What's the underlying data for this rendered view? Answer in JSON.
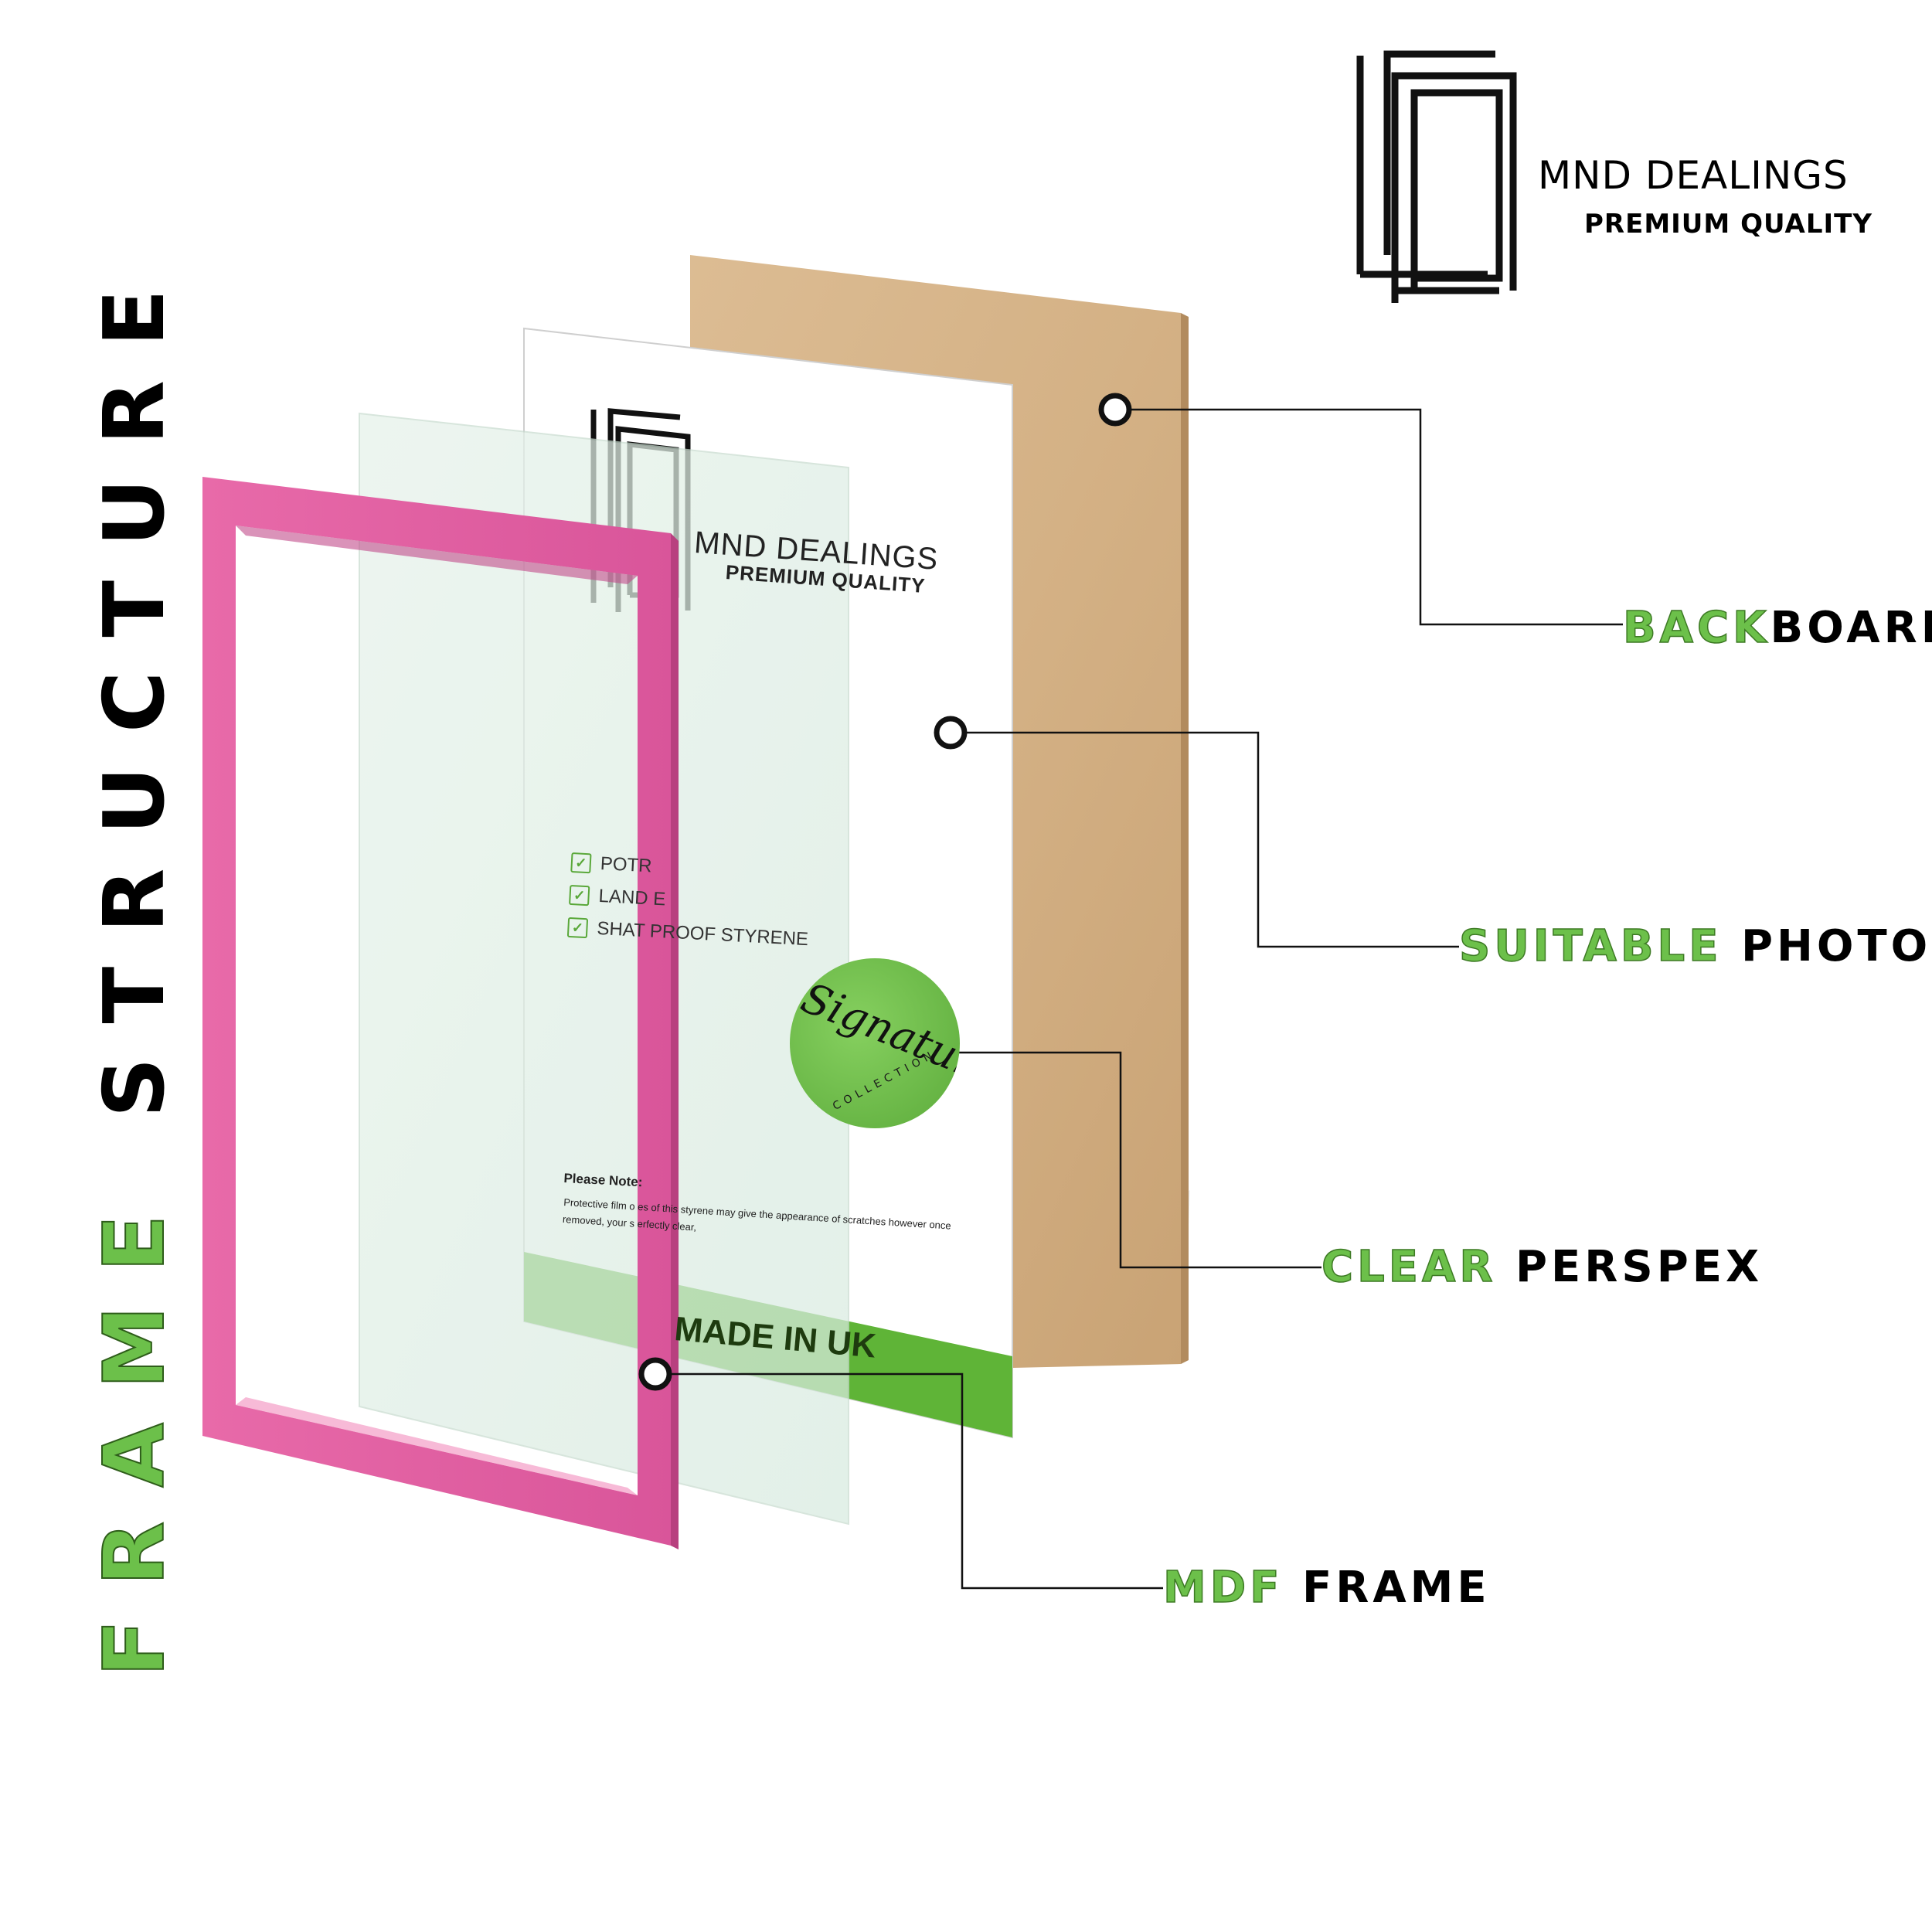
{
  "title": {
    "green": "FRAME",
    "black": "STRUCTURE"
  },
  "brand": {
    "name": "MND DEALINGS",
    "tagline": "PREMIUM QUALITY"
  },
  "sheet": {
    "brand_name": "MND DEALINGS",
    "brand_tagline": "PREMIUM QUALITY",
    "checklist": [
      "POTR",
      "LAND   E",
      "SHAT   PROOF STYRENE"
    ],
    "note_title": "Please Note:",
    "note_body_lines": [
      "Protective film o          es of this styrene may give the appearance of scratches however once",
      "removed, your s          erfectly clear,"
    ],
    "footer": "MADE IN UK",
    "badge_script": "Signature",
    "badge_sub": "COLLECTION"
  },
  "labels": {
    "backboard": {
      "green": "BACK",
      "black": "BOARD"
    },
    "photo": {
      "green": "SUITABLE",
      "black": "PHOTO"
    },
    "perspex": {
      "green": "CLEAR",
      "black": "PERSPEX"
    },
    "frame": {
      "green": "MDF",
      "black": "FRAME"
    }
  },
  "colors": {
    "accent_green": "#6cc04a",
    "frame_pink": "#e0609e",
    "backboard_tan": "#d8b68c",
    "footer_green": "#5fb437"
  }
}
